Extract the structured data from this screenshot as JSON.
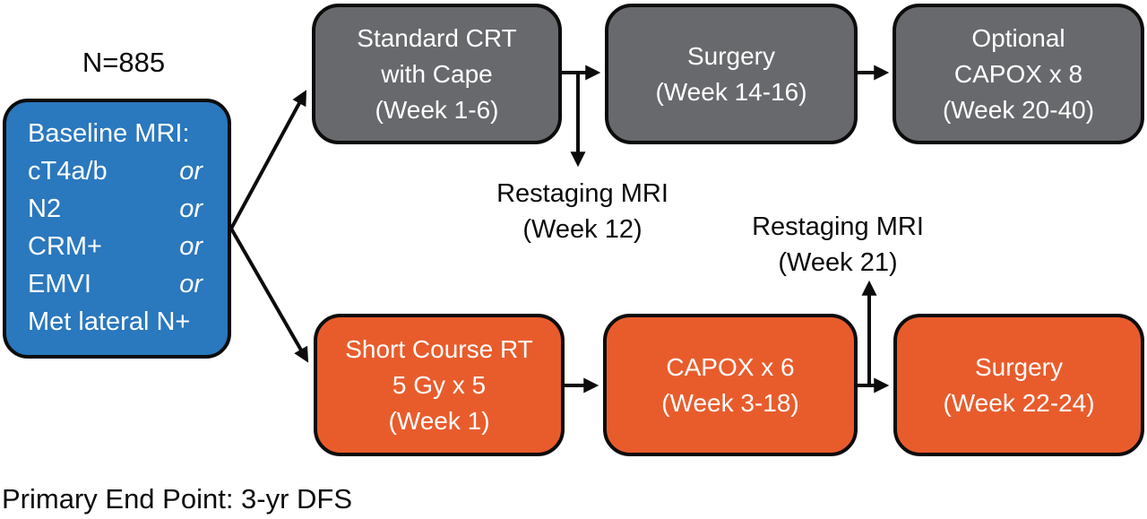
{
  "colors": {
    "baseline_blue": "#2A78BE",
    "standard_gray": "#68696D",
    "experimental_orange": "#E85C2C",
    "outline_black": "#0C0C0C",
    "box_text_white": "#FFFFFF"
  },
  "n_label": "N=885",
  "baseline_box": {
    "title": "Baseline MRI:",
    "criteria": [
      {
        "name": "cT4a/b",
        "conj": "or"
      },
      {
        "name": "N2",
        "conj": "or"
      },
      {
        "name": "CRM+",
        "conj": "or"
      },
      {
        "name": "EMVI",
        "conj": "or"
      },
      {
        "name": "Met lateral N+",
        "conj": ""
      }
    ]
  },
  "standard_arm": {
    "boxes": [
      {
        "lines": [
          "Standard CRT",
          "with Cape",
          "(Week 1-6)"
        ]
      },
      {
        "lines": [
          "Surgery",
          "(Week 14-16)"
        ]
      },
      {
        "lines": [
          "Optional",
          "CAPOX x 8",
          "(Week 20-40)"
        ]
      }
    ],
    "restaging": {
      "line1": "Restaging MRI",
      "line2": "(Week 12)"
    }
  },
  "experimental_arm": {
    "boxes": [
      {
        "lines": [
          "Short Course RT",
          "5 Gy x 5",
          "(Week 1)"
        ]
      },
      {
        "lines": [
          "CAPOX x 6",
          "(Week 3-18)"
        ]
      },
      {
        "lines": [
          "Surgery",
          "(Week 22-24)"
        ]
      }
    ],
    "restaging": {
      "line1": "Restaging MRI",
      "line2": "(Week 21)"
    }
  },
  "footer": "Primary End Point: 3-yr DFS"
}
